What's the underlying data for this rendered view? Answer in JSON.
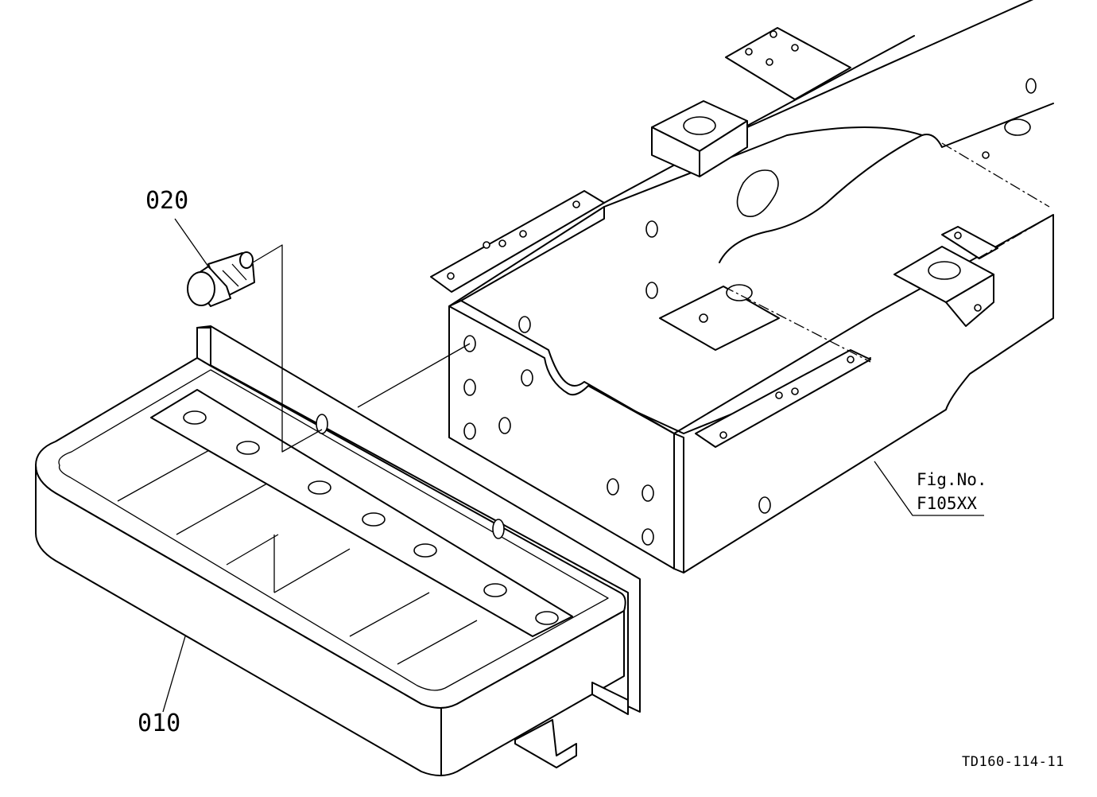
{
  "labels": {
    "part_010": "010",
    "part_020": "020",
    "fig_ref_line1": "Fig.No.",
    "fig_ref_line2": "F105XX",
    "drawing_number": "TD160-114-11"
  },
  "colors": {
    "ink": "#000000",
    "paper": "#ffffff"
  }
}
